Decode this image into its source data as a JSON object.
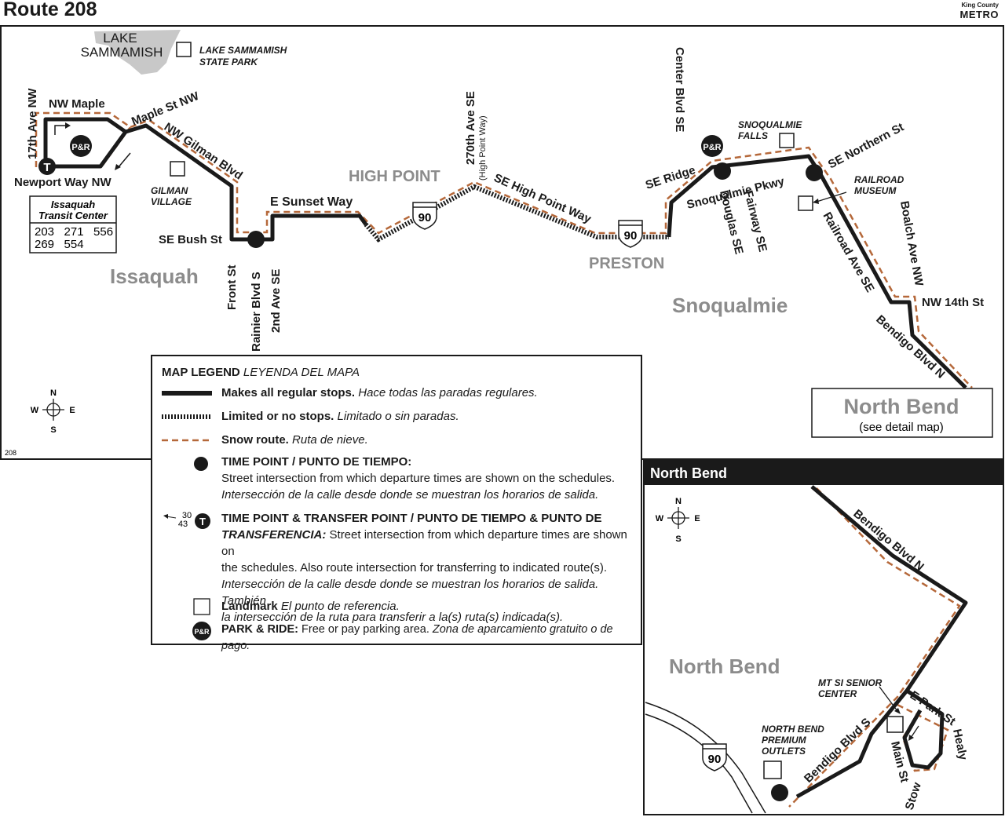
{
  "header": {
    "title": "Route 208",
    "logo_line1": "King County",
    "logo_line2": "METRO"
  },
  "map_id": "208",
  "colors": {
    "route": "#1a1a1a",
    "snow": "#b5683a",
    "water": "#c8c8c8",
    "gray_label": "#8c8c8c",
    "inset_bar": "#1a1a1a"
  },
  "areas": {
    "issaquah": "Issaquah",
    "snoqualmie": "Snoqualmie",
    "high_point": "HIGH POINT",
    "preston": "PRESTON",
    "north_bend_box": "North Bend",
    "see_detail": "(see detail map)",
    "north_bend_inset": "North Bend"
  },
  "water": {
    "lake_line1": "LAKE",
    "lake_line2": "SAMMAMISH"
  },
  "streets": {
    "nw_maple": "NW Maple",
    "ave_17th": "17th Ave NW",
    "maple_st": "Maple St NW",
    "nw_gilman": "NW Gilman Blvd",
    "newport": "Newport Way NW",
    "se_bush": "SE Bush St",
    "front_st": "Front St",
    "rainier": "Rainier Blvd S",
    "ave_2nd": "2nd Ave SE",
    "sunset": "E Sunset Way",
    "ave_270th": "270th Ave SE",
    "high_point_way_sub": "(High Point Way)",
    "se_high_point": "SE High Point Way",
    "center_blvd": "Center Blvd SE",
    "se_ridge": "SE Ridge",
    "snoq_pkwy": "Snoqualmie Pkwy",
    "douglas": "Douglas SE",
    "fairway": "Fairway SE",
    "se_northern": "SE Northern St",
    "railroad_ave": "Railroad Ave SE",
    "boalch": "Boalch Ave NW",
    "nw_14th": "NW 14th St",
    "bendigo_n": "Bendigo Blvd N",
    "bendigo_n_inset": "Bendigo Blvd N",
    "e_park": "E Park St",
    "healy": "Healy",
    "main_st": "Main St",
    "stow": "Stow",
    "bendigo_s": "Bendigo Blvd S"
  },
  "landmarks": {
    "lake_park_1": "LAKE SAMMAMISH",
    "lake_park_2": "STATE PARK",
    "gilman_1": "GILMAN",
    "gilman_2": "VILLAGE",
    "falls_1": "SNOQUALMIE",
    "falls_2": "FALLS",
    "museum_1": "RAILROAD",
    "museum_2": "MUSEUM",
    "senior_1": "MT SI SENIOR",
    "senior_2": "CENTER",
    "outlets_1": "NORTH BEND",
    "outlets_2": "PREMIUM",
    "outlets_3": "OUTLETS"
  },
  "highway": {
    "number": "90"
  },
  "symbols": {
    "pr": "P&R",
    "transfer": "T"
  },
  "transit_center": {
    "name_1": "Issaquah",
    "name_2": "Transit Center",
    "row1": "203   271   556",
    "row2": "269   554"
  },
  "inset": {
    "title": "North Bend"
  },
  "compass": {
    "n": "N",
    "s": "S",
    "e": "E",
    "w": "W"
  },
  "legend": {
    "title": "MAP LEGEND",
    "title_es": "LEYENDA DEL MAPA",
    "regular_en": "Makes all regular stops.",
    "regular_es": "Hace todas las paradas regulares.",
    "limited_en": "Limited or no stops.",
    "limited_es": "Limitado o sin paradas.",
    "snow_en": "Snow route.",
    "snow_es": "Ruta de nieve.",
    "timepoint_title": "TIME POINT / PUNTO DE TIEMPO:",
    "timepoint_en": "Street intersection from which departure times are shown on the schedules.",
    "timepoint_es": "Intersección de la calle desde donde se muestran los horarios de salida.",
    "transfer_title": "TIME POINT & TRANSFER POINT / PUNTO DE TIEMPO & PUNTO DE",
    "transfer_title_2": "TRANSFERENCIA:",
    "transfer_en_1": "Street intersection from which departure times are shown on",
    "transfer_en_2": "the schedules. Also route intersection for transferring to indicated route(s).",
    "transfer_es_1": "Intersección de la calle desde donde se muestran los horarios de salida. También",
    "transfer_es_2": "la intersección de la ruta para transferir a la(s) ruta(s) indicada(s).",
    "transfer_routes_1": "30",
    "transfer_routes_2": "43",
    "landmark_en": "Landmark",
    "landmark_es": "El punto de referencia.",
    "pr_en": "PARK & RIDE:",
    "pr_desc": "Free or pay parking area.",
    "pr_es": "Zona de aparcamiento gratuito o de pago."
  }
}
